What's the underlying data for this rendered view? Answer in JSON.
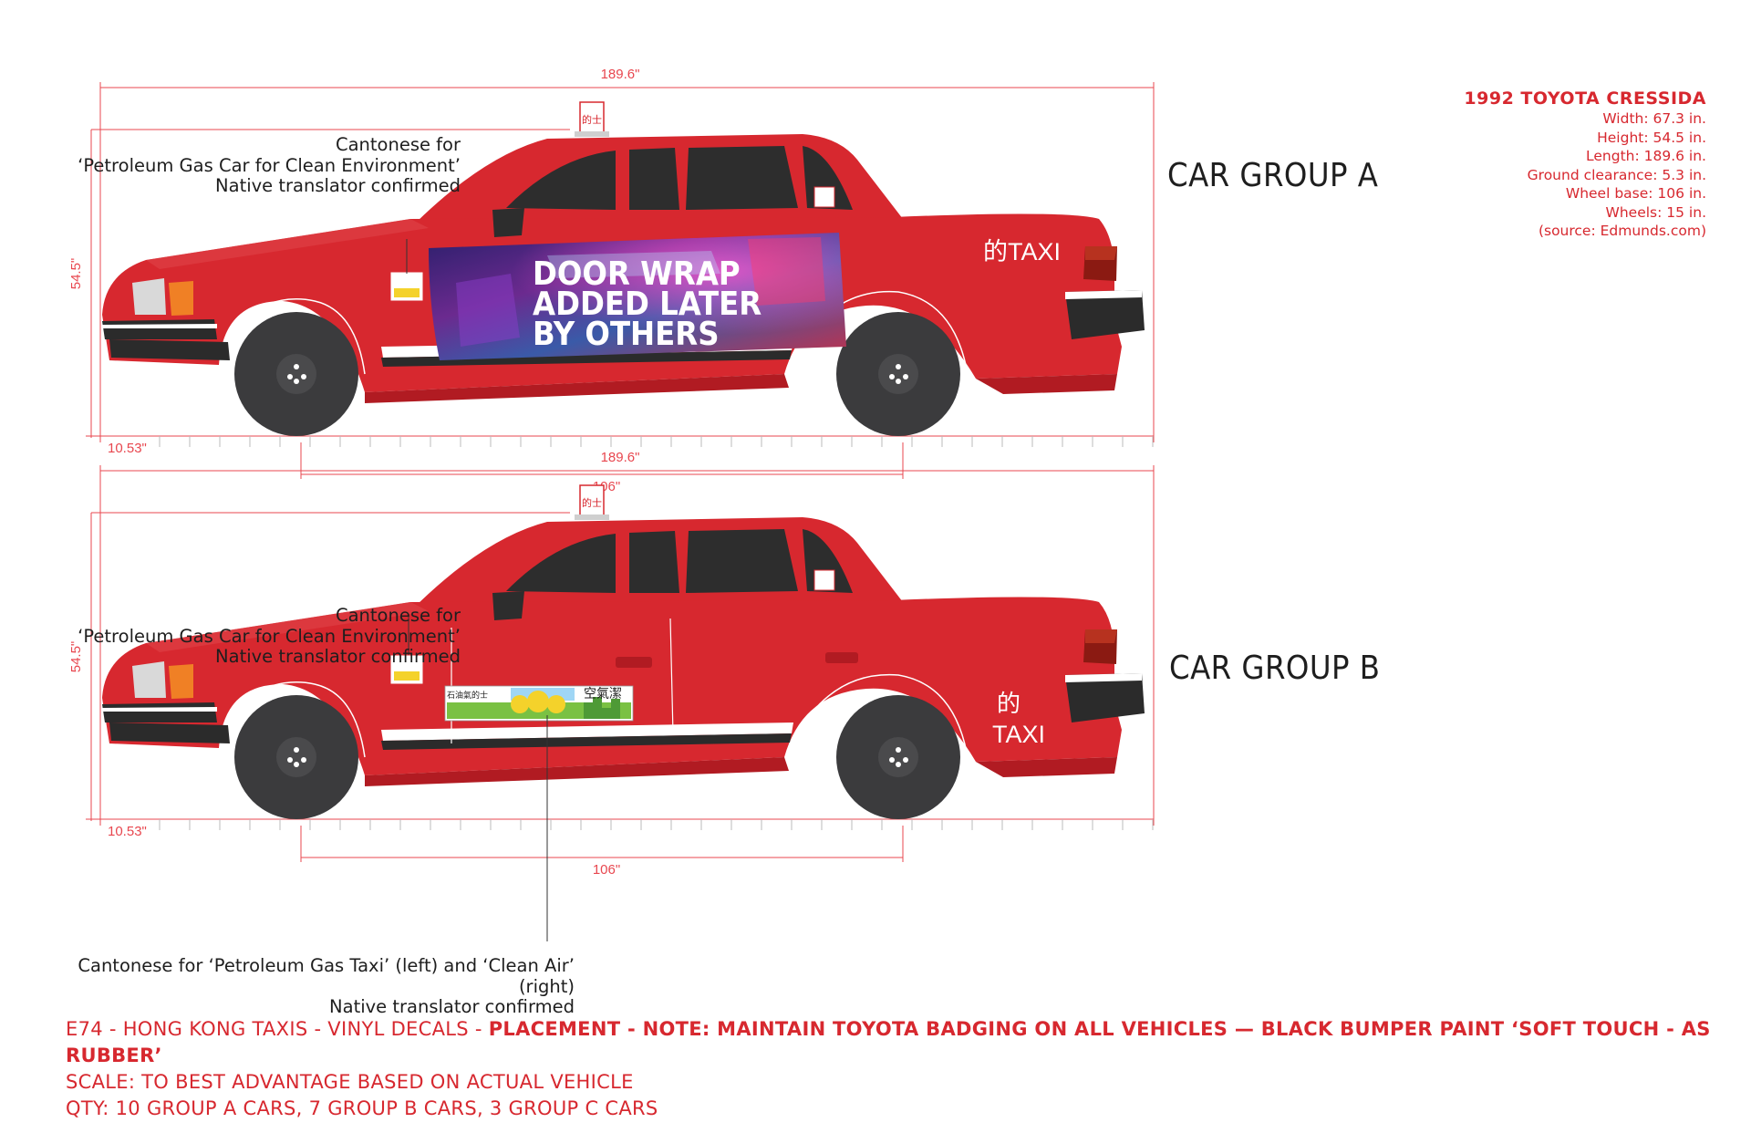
{
  "specs": {
    "title": "1992 TOYOTA CRESSIDA",
    "lines": [
      "Width: 67.3 in.",
      "Height: 54.5 in.",
      "Length: 189.6 in.",
      "Ground clearance: 5.3 in.",
      "Wheel base: 106 in.",
      "Wheels: 15 in.",
      "(source: Edmunds.com)"
    ]
  },
  "groups": [
    {
      "title": "CAR GROUP A",
      "dims": {
        "length": "189.6\"",
        "height": "54.5\"",
        "clearance": "10.53\"",
        "wheelbase": "106\""
      },
      "callout": [
        "Cantonese for",
        "‘Petroleum Gas Car for Clean Environment’",
        "Native translator confirmed"
      ],
      "roof_sign": "的士",
      "badge": "的TAXI",
      "door_wrap": [
        "DOOR WRAP",
        "ADDED LATER",
        "BY OTHERS"
      ]
    },
    {
      "title": "CAR GROUP B",
      "dims": {
        "length": "189.6\"",
        "height": "54.5\"",
        "clearance": "10.53\"",
        "wheelbase": "106\""
      },
      "callout": [
        "Cantonese for",
        "‘Petroleum Gas Car for Clean Environment’",
        "Native translator confirmed"
      ],
      "roof_sign": "的士",
      "badge_top": "的",
      "badge_bottom": "TAXI",
      "decal_left": "石油氣的士",
      "decal_right": "空氣潔",
      "decal_callout": [
        "Cantonese for  ‘Petroleum Gas Taxi’ (left) and ‘Clean Air’ (right)",
        "Native translator confirmed"
      ]
    }
  ],
  "footer": {
    "line1_plain": "E74 - HONG KONG TAXIS - VINYL DECALS - ",
    "line1_bold": "PLACEMENT - NOTE: MAINTAIN TOYOTA BADGING ON ALL VEHICLES — BLACK BUMPER PAINT ‘SOFT TOUCH - AS RUBBER’",
    "line2": "SCALE: TO BEST ADVANTAGE BASED ON ACTUAL VEHICLE",
    "line3": "QTY: 10 GROUP A CARS, 7 GROUP B CARS, 3 GROUP C CARS"
  },
  "colors": {
    "body_red": "#d7282f",
    "dark_red": "#b11b22",
    "dim_red": "#e8474f",
    "tire": "#3b3b3d",
    "glass": "#2d2d2d"
  }
}
